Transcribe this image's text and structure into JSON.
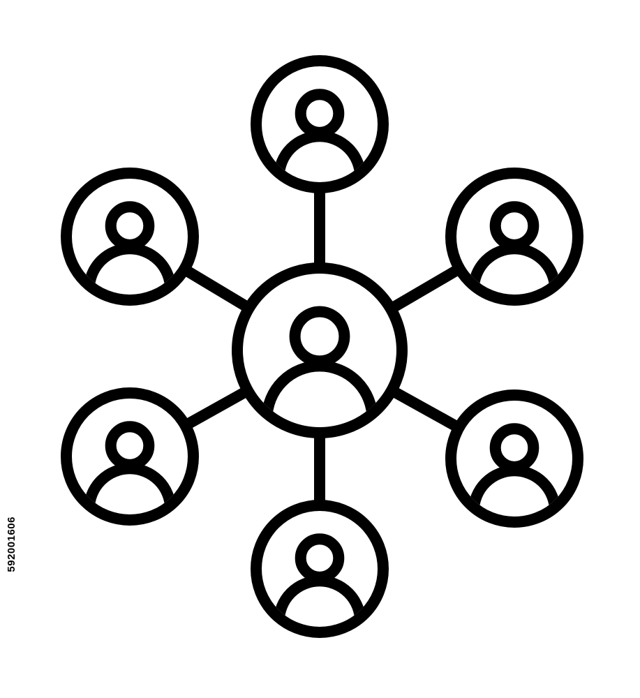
{
  "diagram": {
    "stroke_color": "#000000",
    "background_color": "#ffffff",
    "hub": {
      "icon": "user-icon"
    },
    "nodes": [
      {
        "id": "top",
        "icon": "user-icon"
      },
      {
        "id": "upper-right",
        "icon": "user-icon"
      },
      {
        "id": "lower-right",
        "icon": "user-icon"
      },
      {
        "id": "bottom",
        "icon": "user-icon"
      },
      {
        "id": "lower-left",
        "icon": "user-icon"
      },
      {
        "id": "upper-left",
        "icon": "user-icon"
      }
    ]
  },
  "stock_id": "592001606"
}
